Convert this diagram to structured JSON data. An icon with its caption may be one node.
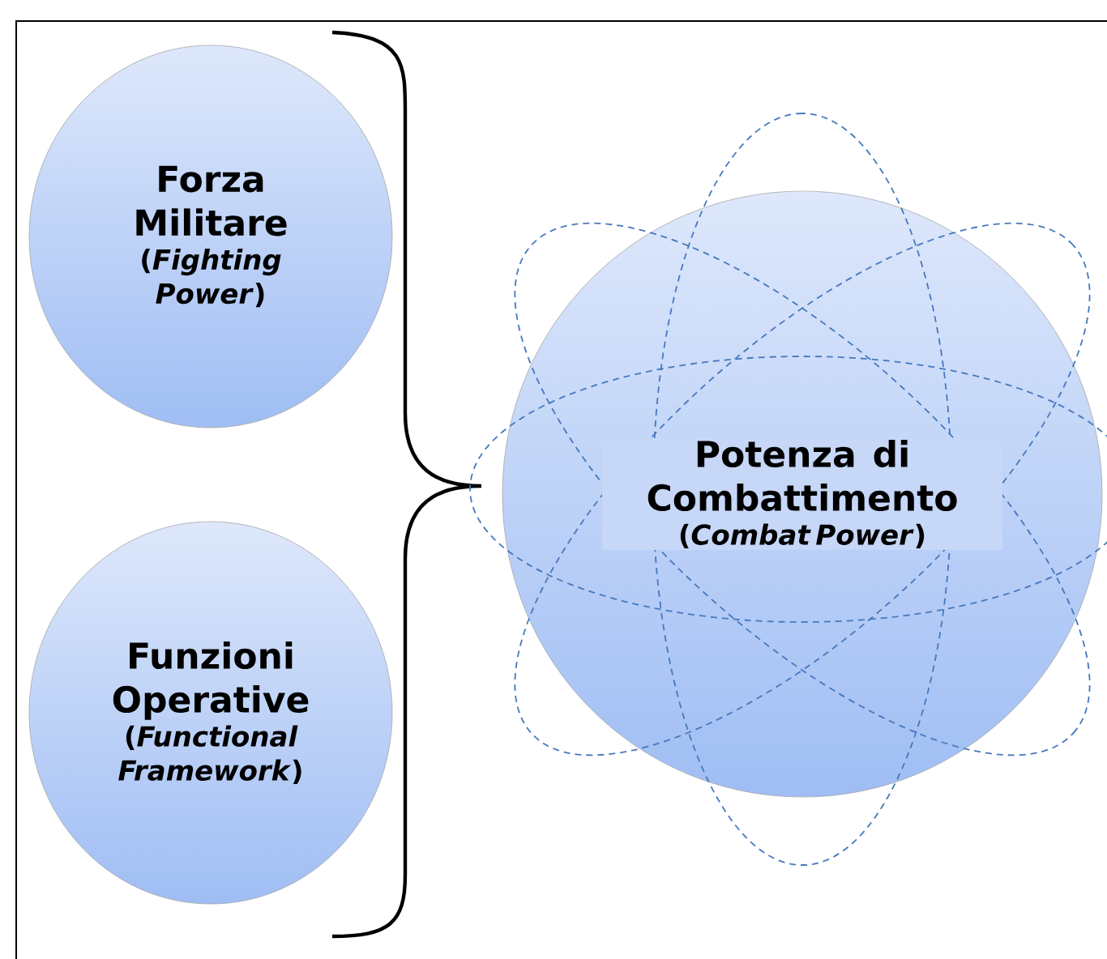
{
  "diagram": {
    "nodes": [
      {
        "text": [
          "Forza Militare",
          "(*Fighting Power*)"
        ]
      },
      {
        "text": [
          "Funzioni Operative",
          "(*Functional Framework*)"
        ]
      },
      {
        "text": [
          "Potenza di Combattimento",
          "(*Combat Power*)"
        ]
      }
    ]
  }
}
